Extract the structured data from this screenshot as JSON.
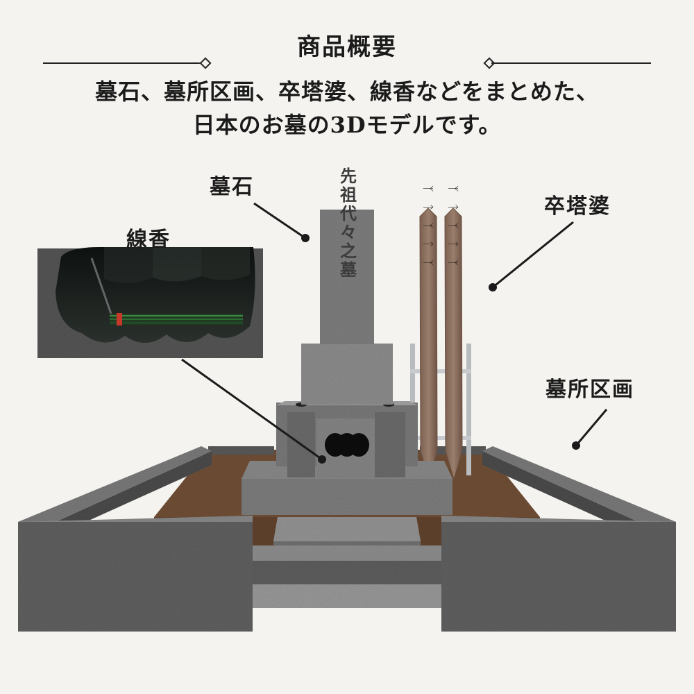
{
  "header": {
    "title": "商品概要",
    "description_line1": "墓石、墓所区画、卒塔婆、線香などをまとめた、",
    "description_line2": "日本のお墓の3Dモデルです。"
  },
  "labels": {
    "boseki": "墓石",
    "senkou": "線香",
    "sotoba": "卒塔婆",
    "bosho_kukaku": "墓所区画"
  },
  "tombstone_inscription": "先祖代々之墓",
  "sotoba_inscription": "ᛉ ᛏ ᛉ ᛏ ᛉ",
  "colors": {
    "background": "#f4f3ef",
    "granite": "#6d6d6d",
    "granite_dark": "#3e3e3e",
    "soil": "#6a4a33",
    "wood": "#8b6f5e",
    "incense_tip": "#c7382b",
    "incense_stick": "#2f6b34"
  }
}
